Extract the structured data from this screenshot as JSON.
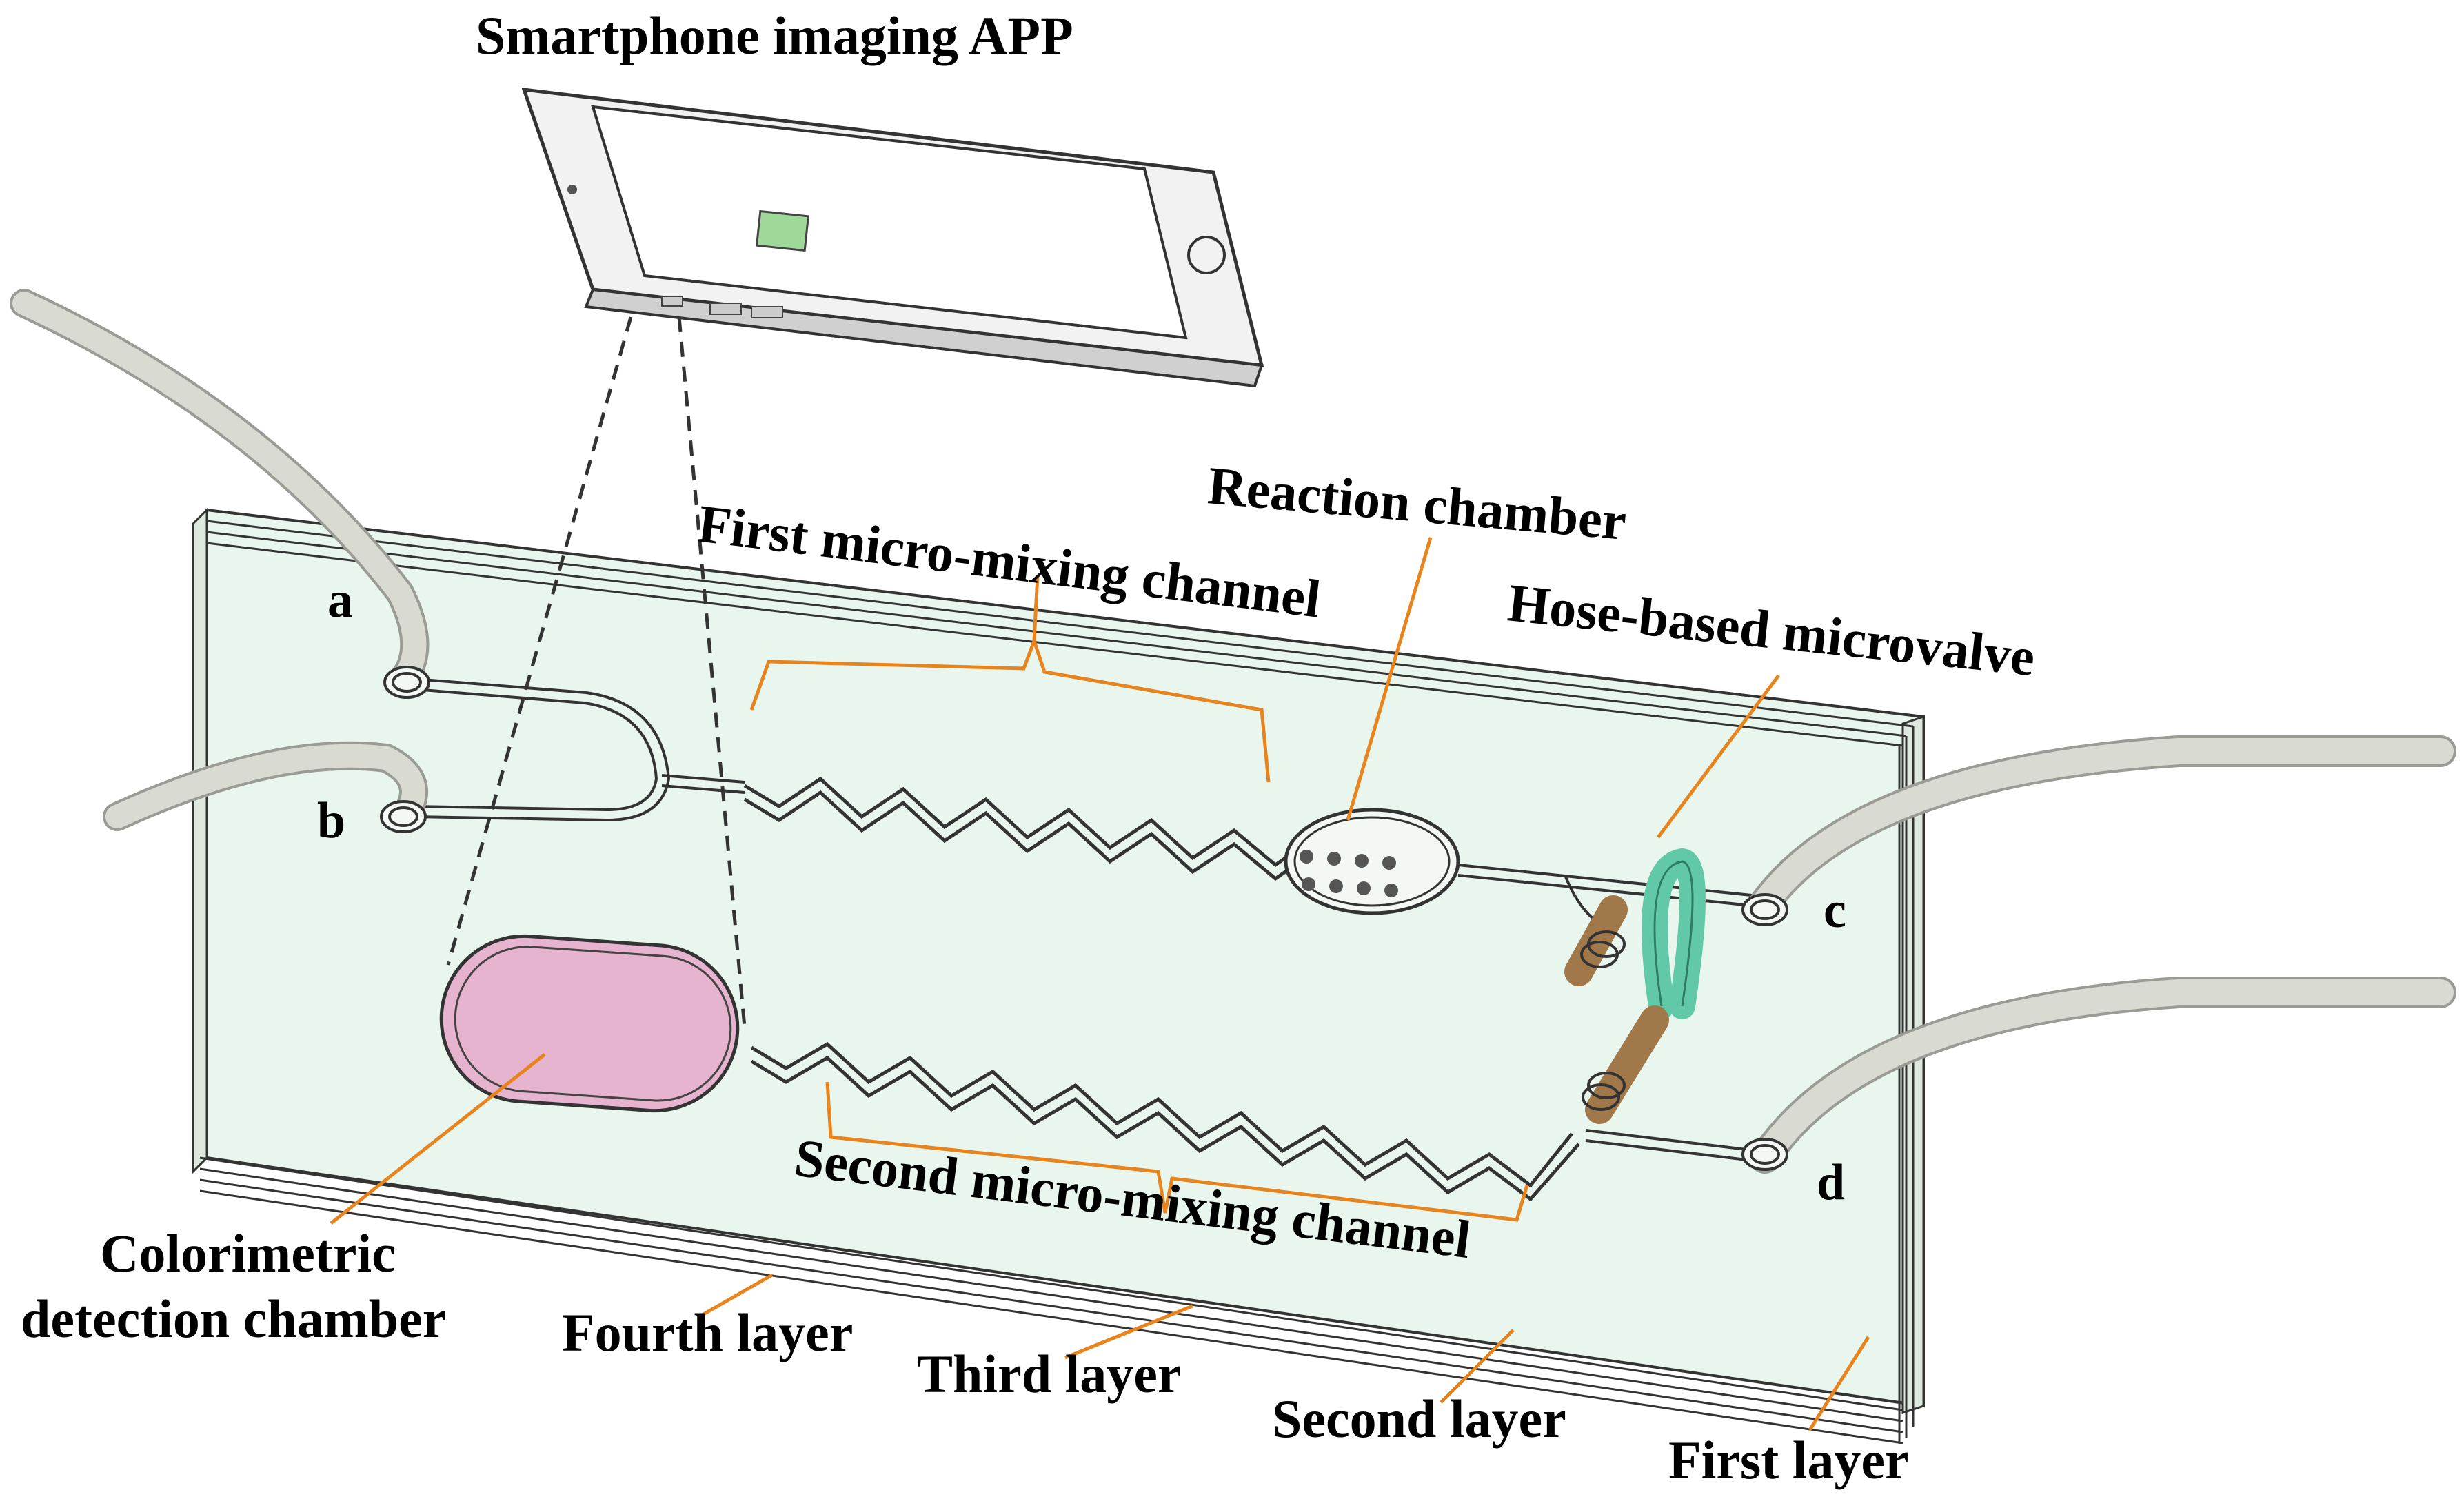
{
  "labels": {
    "smartphone": "Smartphone imaging APP",
    "reaction_chamber": "Reaction chamber",
    "first_mixing": "First micro-mixing channel",
    "microvalve": "Hose-based microvalve",
    "second_mixing": "Second micro-mixing channel",
    "colorimetric_line1": "Colorimetric",
    "colorimetric_line2": "detection chamber",
    "fourth_layer": "Fourth layer",
    "third_layer": "Third layer",
    "second_layer": "Second layer",
    "first_layer": "First layer",
    "port_a": "a",
    "port_b": "b",
    "port_c": "c",
    "port_d": "d"
  },
  "colors": {
    "chip_fill": "#e8f6ee",
    "callout_orange": "#e8841e",
    "detection_chamber": "#e6b4cf",
    "hose_valve": "#62c9a8",
    "valve_spring": "#a0784a",
    "tubing": "#d9dbd2"
  }
}
